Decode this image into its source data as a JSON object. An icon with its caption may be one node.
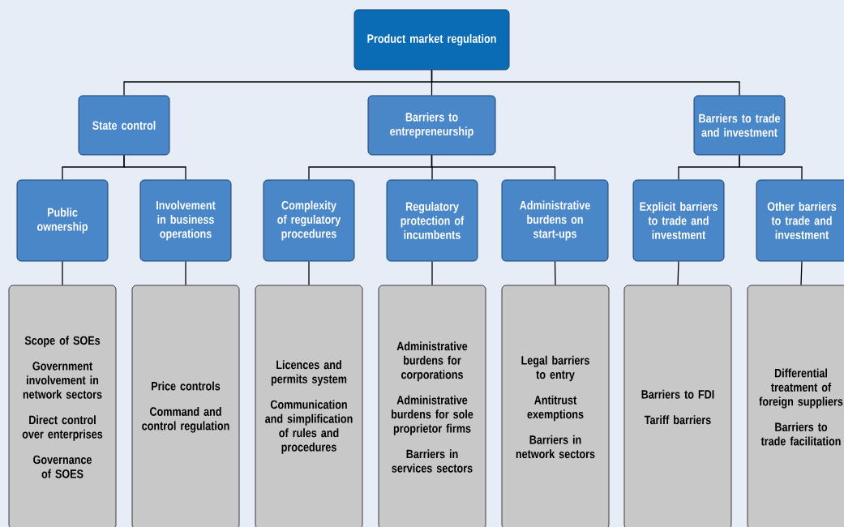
{
  "diagram": {
    "nodes": [
      {
        "text": [
          "Product market regulation"
        ]
      },
      {
        "text": [
          "State control"
        ]
      },
      {
        "text": [
          "Barriers to entrepreneurship"
        ]
      },
      {
        "text": [
          "Barriers to trade and investment"
        ]
      },
      {
        "text": [
          "Public ownership"
        ]
      },
      {
        "text": [
          "Involvement in business operations"
        ]
      },
      {
        "text": [
          "Complexity of regulatory procedures"
        ]
      },
      {
        "text": [
          "Regulatory protection of incumbents"
        ]
      },
      {
        "text": [
          "Administrative burdens on start-ups"
        ]
      },
      {
        "text": [
          "Explicit barriers to trade and investment"
        ]
      },
      {
        "text": [
          "Other barriers to trade and investment"
        ]
      },
      {
        "text": [
          "Scope of SOEs",
          "Government involvement in network sectors",
          "Direct control over enterprises",
          "Governance of SOES"
        ]
      },
      {
        "text": [
          "Price controls",
          "Command and control regulation"
        ]
      },
      {
        "text": [
          "Licences and permits system",
          "Communication and simplification of rules and procedures"
        ]
      },
      {
        "text": [
          "Administrative burdens for corporations",
          "Administrative burdens for sole proprietor firms",
          "Barriers in services sectors"
        ]
      },
      {
        "text": [
          "Legal barriers to entry",
          "Antitrust exemptions",
          "Barriers in network sectors"
        ]
      },
      {
        "text": [
          "Barriers to FDI",
          "Tariff barriers"
        ]
      },
      {
        "text": [
          "Differential treatment of foreign suppliers",
          "Barriers to trade facilitation"
        ]
      }
    ],
    "edges": [
      {
        "from": 0,
        "to": 1,
        "arrow": "none"
      },
      {
        "from": 0,
        "to": 2,
        "arrow": "none"
      },
      {
        "from": 0,
        "to": 3,
        "arrow": "none"
      },
      {
        "from": 1,
        "to": 4,
        "arrow": "none"
      },
      {
        "from": 1,
        "to": 5,
        "arrow": "none"
      },
      {
        "from": 2,
        "to": 6,
        "arrow": "none"
      },
      {
        "from": 2,
        "to": 7,
        "arrow": "none"
      },
      {
        "from": 2,
        "to": 8,
        "arrow": "none"
      },
      {
        "from": 3,
        "to": 9,
        "arrow": "none"
      },
      {
        "from": 3,
        "to": 10,
        "arrow": "none"
      },
      {
        "from": 4,
        "to": 11,
        "arrow": "none"
      },
      {
        "from": 5,
        "to": 12,
        "arrow": "none"
      },
      {
        "from": 6,
        "to": 13,
        "arrow": "none"
      },
      {
        "from": 7,
        "to": 14,
        "arrow": "none"
      },
      {
        "from": 8,
        "to": 15,
        "arrow": "none"
      },
      {
        "from": 9,
        "to": 16,
        "arrow": "none"
      },
      {
        "from": 10,
        "to": 17,
        "arrow": "none"
      }
    ]
  }
}
